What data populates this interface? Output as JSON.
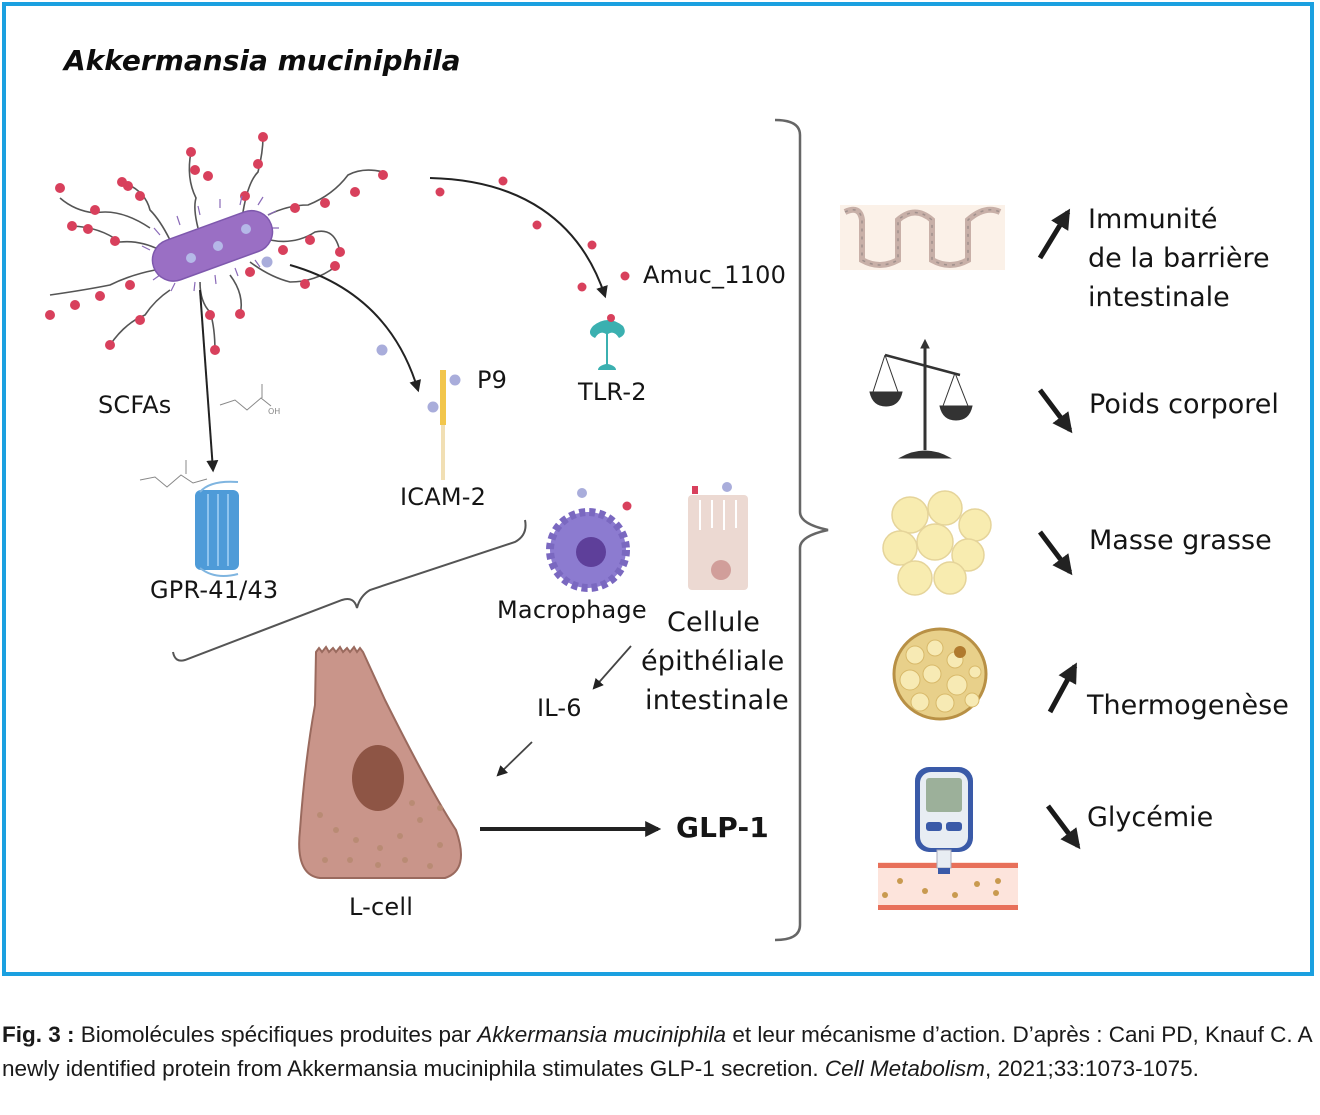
{
  "colors": {
    "frame_border": "#1ba0e0",
    "bacterium": "#9a6fc4",
    "amuc_dots": "#d8405c",
    "p9_dots": "#a9addb",
    "gpr_receptor": "#4e9bd8",
    "tlr_receptor": "#3bb0b0",
    "icam_bar": "#f2c64c",
    "macrophage": "#8c7bd0",
    "l_cell": "#c9958a",
    "l_cell_nucleus": "#8e5545"
  },
  "diagram": {
    "title": "Akkermansia muciniphila",
    "left_panel": {
      "labels": {
        "scfas": "SCFAs",
        "gpr": "GPR-41/43",
        "icam": "ICAM-2",
        "p9": "P9",
        "amuc": "Amuc_1100",
        "tlr": "TLR-2",
        "macrophage": "Macrophage",
        "epithelial_line1": "Cellule",
        "epithelial_line2": "épithéliale",
        "epithelial_line3": "intestinale",
        "il6": "IL-6",
        "l_cell": "L-cell",
        "glp1": "GLP-1"
      }
    },
    "effects": [
      {
        "icon": "intestinal-villi-icon",
        "direction": "up",
        "lines": [
          "Immunité",
          "de la barrière",
          "intestinale"
        ]
      },
      {
        "icon": "balance-scale-icon",
        "direction": "down",
        "lines": [
          "Poids corporel"
        ]
      },
      {
        "icon": "fat-cells-icon",
        "direction": "down",
        "lines": [
          "Masse grasse"
        ]
      },
      {
        "icon": "brown-fat-cell-icon",
        "direction": "up",
        "lines": [
          "Thermogenèse"
        ]
      },
      {
        "icon": "glucometer-icon",
        "direction": "down",
        "lines": [
          "Glycémie"
        ]
      }
    ]
  },
  "caption": {
    "label": "Fig. 3 :",
    "text_1": " Biomolécules spécifiques produites par ",
    "italic_1": "Akkermansia muciniphila",
    "text_2": " et leur mécanisme d’action. D’après : Cani PD, Knauf C. A newly identified protein from Akkermansia muciniphila stimulates GLP-1 secretion. ",
    "italic_2": "Cell Metabolism",
    "text_3": ", 2021;33:1073-1075."
  }
}
